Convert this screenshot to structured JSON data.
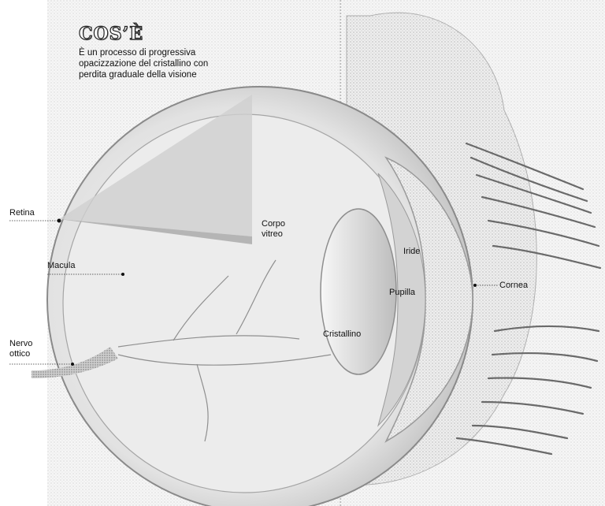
{
  "header": {
    "title": "COS’È",
    "description": "È un processo di progressiva opacizzazione del cristallino con perdita graduale della visione"
  },
  "labels": {
    "retina": "Retina",
    "macula": "Macula",
    "nervo_ottico": "Nervo\nottico",
    "corpo_vitreo": "Corpo\nvitreo",
    "iride": "Iride",
    "pupilla": "Pupilla",
    "cristallino": "Cristallino",
    "cornea": "Cornea"
  },
  "colors": {
    "background": "#ffffff",
    "eye_shade": "#d9d9d9",
    "eye_dark": "#9a9a9a",
    "leader_line": "#333333"
  }
}
